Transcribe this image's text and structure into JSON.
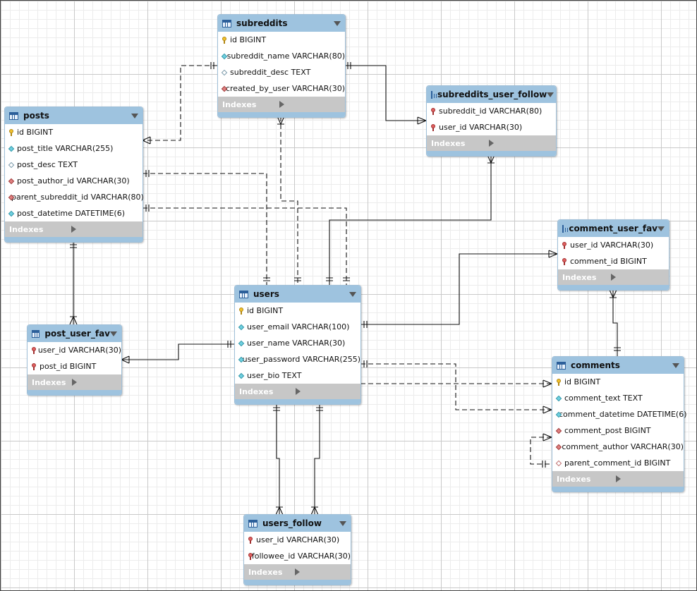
{
  "indexes_label": "Indexes",
  "tables": [
    {
      "key": "subreddits",
      "name": "subreddits",
      "columns": [
        {
          "kind": "pk",
          "text": "id BIGINT"
        },
        {
          "kind": "col",
          "text": "subreddit_name VARCHAR(80)"
        },
        {
          "kind": "null",
          "text": "subreddit_desc TEXT"
        },
        {
          "kind": "fkd",
          "text": "created_by_user VARCHAR(30)"
        }
      ]
    },
    {
      "key": "posts",
      "name": "posts",
      "columns": [
        {
          "kind": "pk",
          "text": "id BIGINT"
        },
        {
          "kind": "col",
          "text": "post_title VARCHAR(255)"
        },
        {
          "kind": "null",
          "text": "post_desc TEXT"
        },
        {
          "kind": "fkd",
          "text": "post_author_id VARCHAR(30)"
        },
        {
          "kind": "fkd",
          "text": "parent_subreddit_id VARCHAR(80)"
        },
        {
          "kind": "col",
          "text": "post_datetime DATETIME(6)"
        }
      ]
    },
    {
      "key": "subreddits_user_follow",
      "name": "subreddits_user_follow",
      "columns": [
        {
          "kind": "fk",
          "text": "subreddit_id VARCHAR(80)"
        },
        {
          "kind": "fk",
          "text": "user_id VARCHAR(30)"
        }
      ]
    },
    {
      "key": "comment_user_fav",
      "name": "comment_user_fav",
      "columns": [
        {
          "kind": "fk",
          "text": "user_id VARCHAR(30)"
        },
        {
          "kind": "fk",
          "text": "comment_id BIGINT"
        }
      ]
    },
    {
      "key": "users",
      "name": "users",
      "columns": [
        {
          "kind": "pk",
          "text": "id BIGINT"
        },
        {
          "kind": "col",
          "text": "user_email VARCHAR(100)"
        },
        {
          "kind": "col",
          "text": "user_name VARCHAR(30)"
        },
        {
          "kind": "col",
          "text": "user_password VARCHAR(255)"
        },
        {
          "kind": "col",
          "text": "user_bio TEXT"
        }
      ]
    },
    {
      "key": "post_user_fav",
      "name": "post_user_fav",
      "columns": [
        {
          "kind": "fk",
          "text": "user_id VARCHAR(30)"
        },
        {
          "kind": "fk",
          "text": "post_id BIGINT"
        }
      ]
    },
    {
      "key": "comments",
      "name": "comments",
      "columns": [
        {
          "kind": "pk",
          "text": "id BIGINT"
        },
        {
          "kind": "col",
          "text": "comment_text TEXT"
        },
        {
          "kind": "col",
          "text": "comment_datetime DATETIME(6)"
        },
        {
          "kind": "fkd",
          "text": "comment_post BIGINT"
        },
        {
          "kind": "fkd",
          "text": "comment_author VARCHAR(30)"
        },
        {
          "kind": "fkn",
          "text": "parent_comment_id BIGINT"
        }
      ]
    },
    {
      "key": "users_follow",
      "name": "users_follow",
      "columns": [
        {
          "kind": "fk",
          "text": "user_id VARCHAR(30)"
        },
        {
          "kind": "fk",
          "text": "followee_id VARCHAR(30)"
        }
      ]
    }
  ]
}
